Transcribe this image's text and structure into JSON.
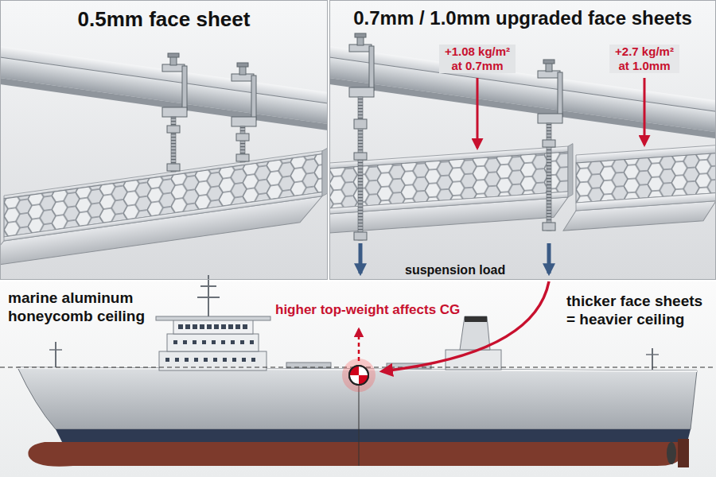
{
  "diagram": {
    "nodes": [
      {
        "text": [
          "0.5mm face sheet"
        ]
      },
      {
        "text": [
          "0.7mm / 1.0mm upgraded face sheets"
        ]
      }
    ],
    "labels": [
      "+1.08 kg/m² at 0.7mm",
      "+2.7 kg/m² at 1.0mm",
      "suspension load",
      "marine aluminum honeycomb ceiling",
      "higher top-weight affects CG",
      "thicker face sheets = heavier ceiling"
    ]
  }
}
